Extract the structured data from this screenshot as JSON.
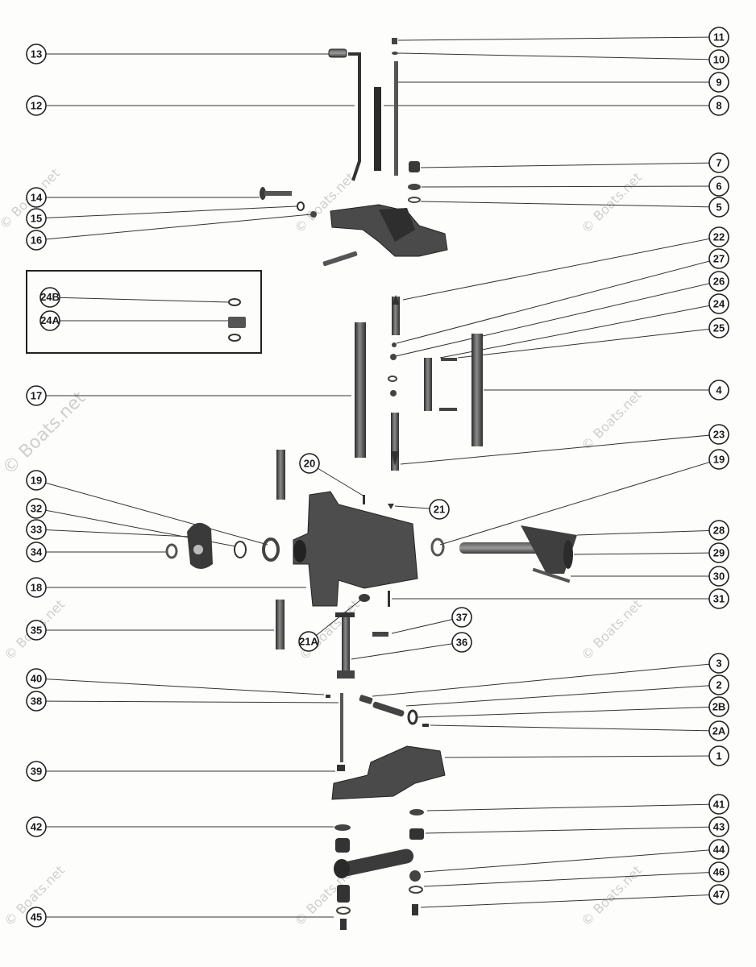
{
  "watermark": {
    "text": "© Boats.net"
  },
  "inset": {
    "labels": [
      "24B",
      "24A"
    ]
  },
  "callouts": {
    "left": [
      "13",
      "12",
      "14",
      "15",
      "16",
      "17",
      "20",
      "19",
      "32",
      "33",
      "34",
      "18",
      "35",
      "21A",
      "40",
      "38",
      "39",
      "42",
      "45"
    ],
    "right": [
      "11",
      "10",
      "9",
      "8",
      "7",
      "6",
      "5",
      "22",
      "27",
      "26",
      "24",
      "25",
      "4",
      "23",
      "19",
      "21",
      "28",
      "29",
      "30",
      "31",
      "37",
      "36",
      "3",
      "2",
      "2B",
      "2A",
      "1",
      "41",
      "43",
      "44",
      "46",
      "47"
    ]
  }
}
